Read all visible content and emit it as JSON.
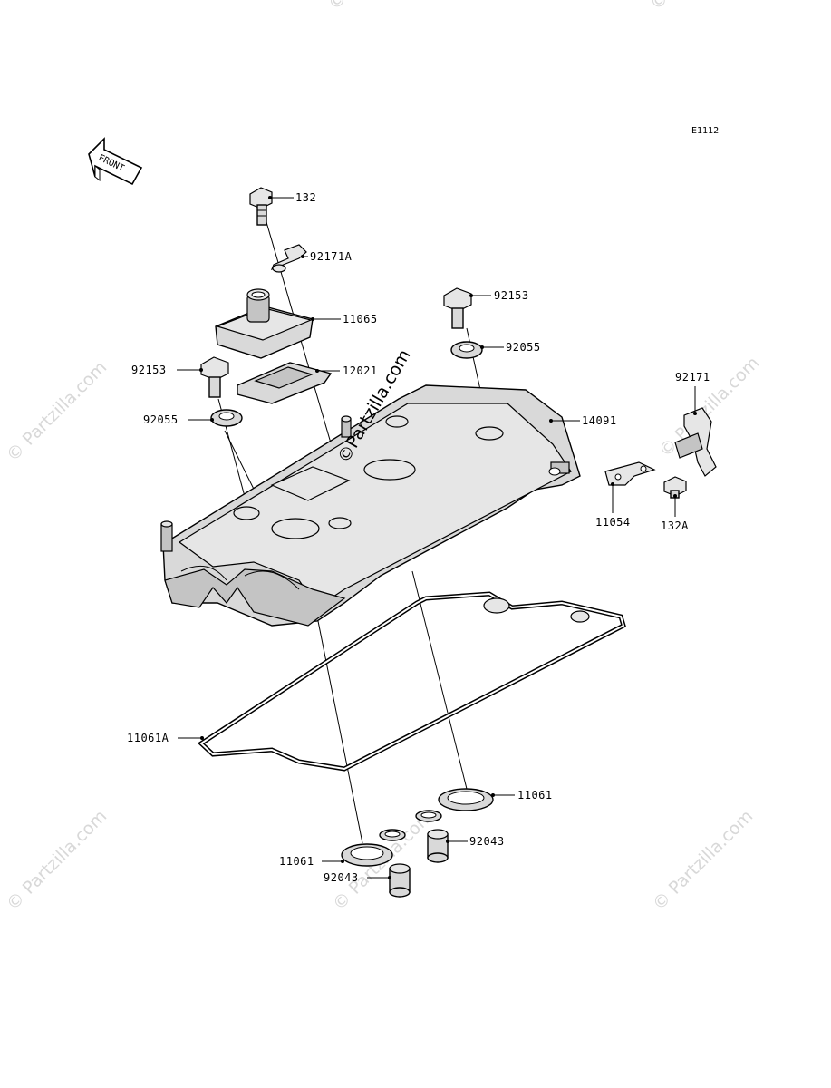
{
  "diagram": {
    "diagram_code": "E1112",
    "direction_label": "FRONT",
    "callouts": [
      {
        "id": "c132",
        "label": "132"
      },
      {
        "id": "c92171A",
        "label": "92171A"
      },
      {
        "id": "c11065",
        "label": "11065"
      },
      {
        "id": "c92153_r",
        "label": "92153"
      },
      {
        "id": "c92055_r",
        "label": "92055"
      },
      {
        "id": "c92153_l",
        "label": "92153"
      },
      {
        "id": "c12021",
        "label": "12021"
      },
      {
        "id": "c92055_l",
        "label": "92055"
      },
      {
        "id": "c14091",
        "label": "14091"
      },
      {
        "id": "c92171",
        "label": "92171"
      },
      {
        "id": "c11054",
        "label": "11054"
      },
      {
        "id": "c132A",
        "label": "132A"
      },
      {
        "id": "c11061A",
        "label": "11061A"
      },
      {
        "id": "c11061_r",
        "label": "11061"
      },
      {
        "id": "c92043_r",
        "label": "92043"
      },
      {
        "id": "c11061_l",
        "label": "11061"
      },
      {
        "id": "c92043_l",
        "label": "92043"
      }
    ]
  },
  "watermarks": {
    "text": "© Partzilla.com",
    "center_text": "©Partzilla.com"
  }
}
